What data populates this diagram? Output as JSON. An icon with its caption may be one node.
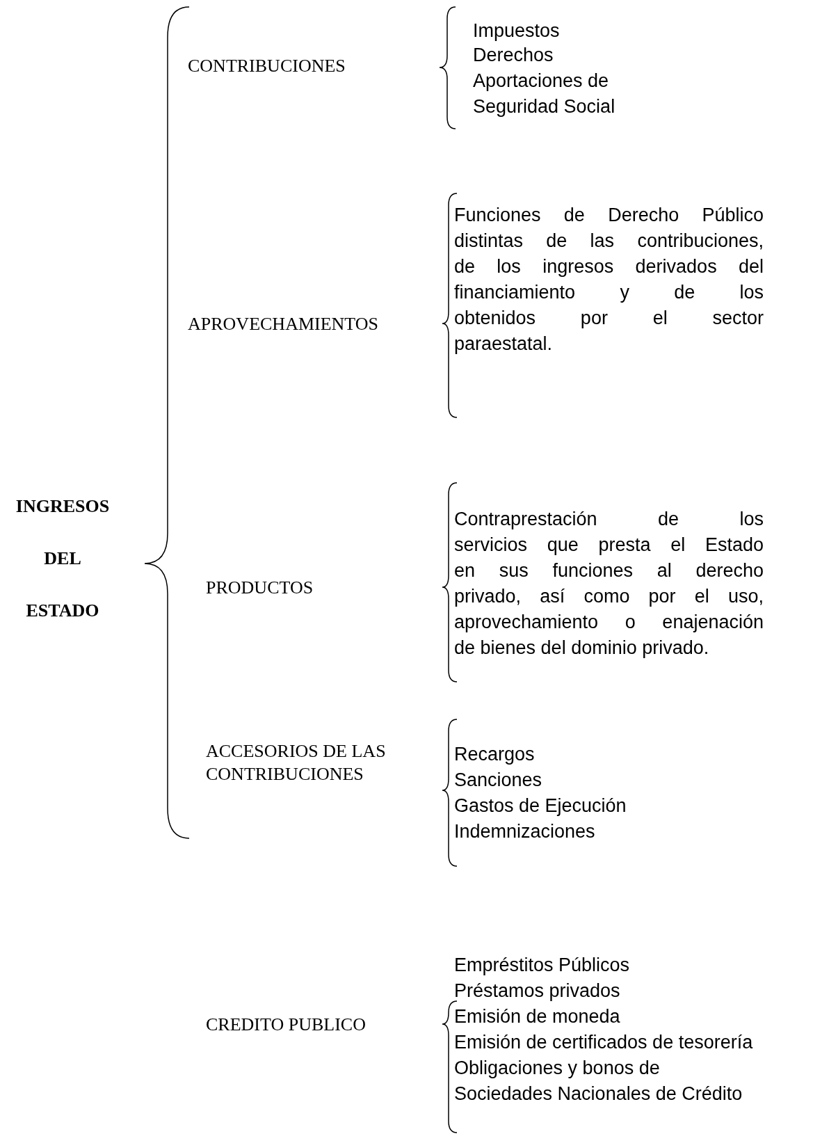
{
  "diagram": {
    "labels": [
      "INGRESOS DEL ESTADO",
      "CONTRIBUCIONES",
      "Impuestos",
      "Derechos",
      "Aportaciones de Seguridad Social",
      "APROVECHAMIENTOS",
      "Funciones de Derecho Público distintas de las contribuciones, de los ingresos derivados del financiamiento y de los obtenidos por el sector paraestatal.",
      "PRODUCTOS",
      "Contraprestación de los servicios que presta el Estado en sus funciones al derecho privado, así como por el uso, aprovechamiento o enajenación de bienes del dominio privado.",
      "ACCESORIOS DE LAS CONTRIBUCIONES",
      "Recargos",
      "Sanciones",
      "Gastos de Ejecución",
      "Indemnizaciones",
      "CREDITO PUBLICO",
      "Empréstitos Públicos",
      "Préstamos privados",
      "Emisión de moneda",
      "Emisión de certificados de tesorería",
      "Obligaciones y bonos de Sociedades Nacionales de Crédito"
    ]
  }
}
